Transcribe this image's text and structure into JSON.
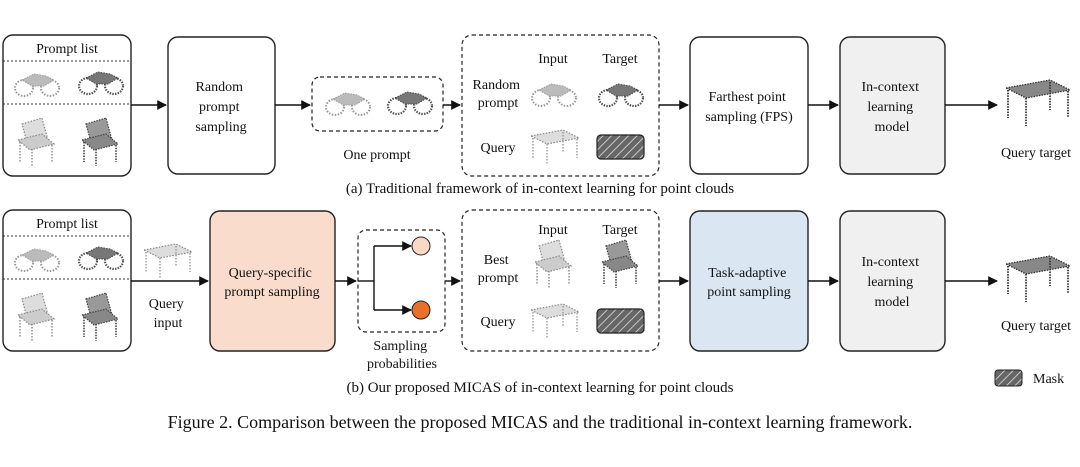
{
  "row_a": {
    "prompt_list_title": "Prompt list",
    "random_sampling_label": [
      "Random",
      "prompt",
      "sampling"
    ],
    "one_prompt_label": "One prompt",
    "random_prompt_label": [
      "Random",
      "prompt"
    ],
    "input_label": "Input",
    "target_label": "Target",
    "query_label": "Query",
    "fps_label": [
      "Farthest point",
      "sampling (FPS)"
    ],
    "icl_model_label": [
      "In-context",
      "learning",
      "model"
    ],
    "query_target_label": "Query target",
    "caption": "(a) Traditional framework of in-context learning for point clouds"
  },
  "row_b": {
    "prompt_list_title": "Prompt list",
    "query_input_label": [
      "Query",
      "input"
    ],
    "query_specific_label": [
      "Query-specific",
      "prompt sampling"
    ],
    "sampling_prob_label": [
      "Sampling",
      "probabilities"
    ],
    "best_prompt_label": [
      "Best",
      "prompt"
    ],
    "input_label": "Input",
    "target_label": "Target",
    "query_label": "Query",
    "task_adaptive_label": [
      "Task-adaptive",
      "point sampling"
    ],
    "icl_model_label": [
      "In-context",
      "learning",
      "model"
    ],
    "query_target_label": "Query target",
    "caption": "(b) Our proposed MICAS of in-context learning for point clouds"
  },
  "legend": {
    "mask_label": "Mask"
  },
  "figure_caption": "Figure 2. Comparison between the proposed MICAS and the traditional in-context learning framework.",
  "colors": {
    "query_specific_fill": "#f9dccb",
    "task_adaptive_fill": "#dae7f3",
    "icl_model_fill": "#f0f0f0",
    "prob_low": "#f8d9c4",
    "prob_high": "#e8702a"
  }
}
